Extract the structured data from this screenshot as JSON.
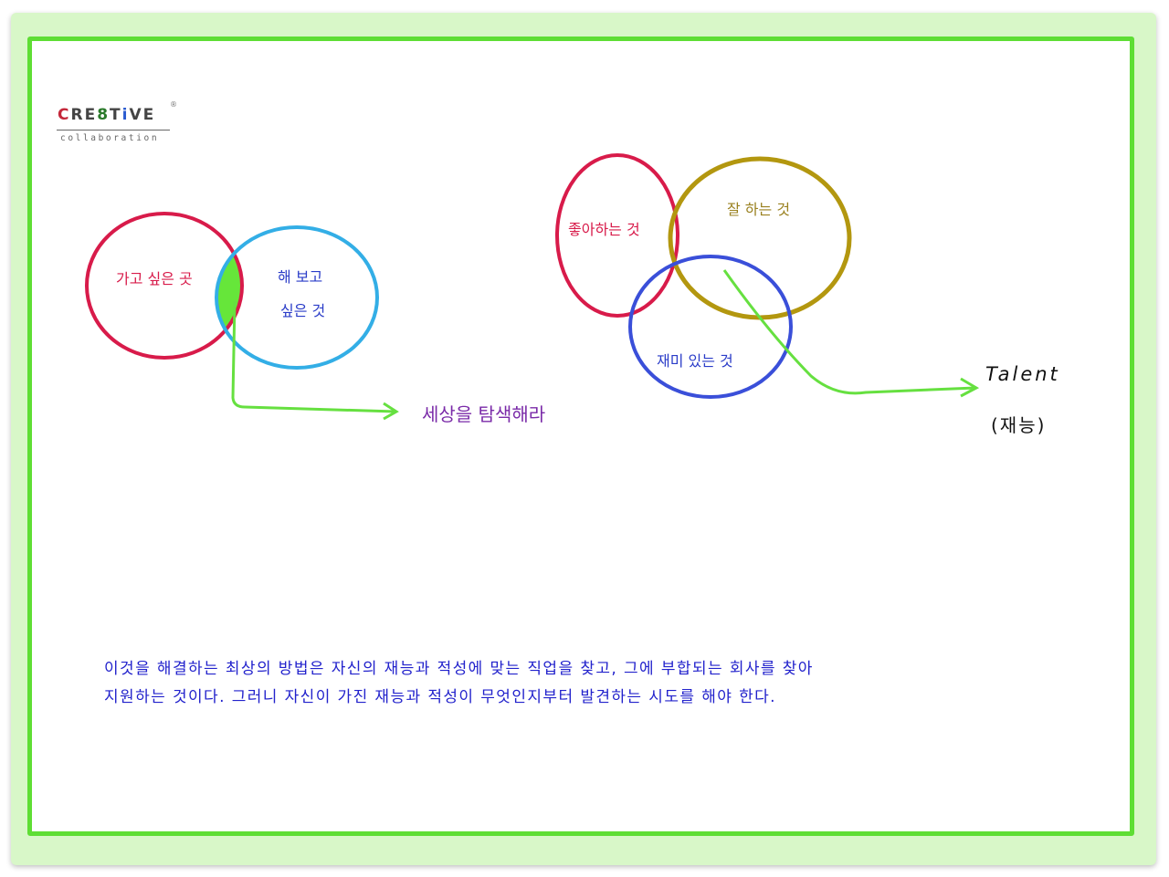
{
  "logo": {
    "word_parts": [
      "C",
      "RE",
      "8",
      "T",
      "i",
      "VE"
    ],
    "sub": "collaboration",
    "reg": "®"
  },
  "diagram_left": {
    "circle_red_label": "가고 싶은 곳",
    "circle_blue_label_line1": "해 보고",
    "circle_blue_label_line2": "싶은 것",
    "arrow_label": "세상을 탐색해라"
  },
  "diagram_right": {
    "circle_red_label": "좋아하는 것",
    "circle_gold_label": "잘 하는 것",
    "circle_blue_label": "재미 있는 것",
    "arrow_label_line1": "Talent",
    "arrow_label_line2": "(재능)"
  },
  "paragraph": {
    "line1": "이것을 해결하는 최상의 방법은 자신의 재능과 적성에 맞는 직업을 찾고, 그에 부합되는 회사를 찾아",
    "line2": "지원하는 것이다. 그러니 자신이 가진 재능과 적성이 무엇인지부터 발견하는 시도를 해야 한다."
  },
  "colors": {
    "frame": "#5ede34",
    "frame_outer": "#d8f7c8",
    "red": "#d81b4a",
    "blue_left": "#33aee6",
    "gold": "#b3970f",
    "blue_right": "#3a4fd9",
    "overlap_green": "#66e63a",
    "arrow_green": "#66e040",
    "purple_text": "#7a2aa8",
    "paragraph_blue": "#2222cc"
  }
}
